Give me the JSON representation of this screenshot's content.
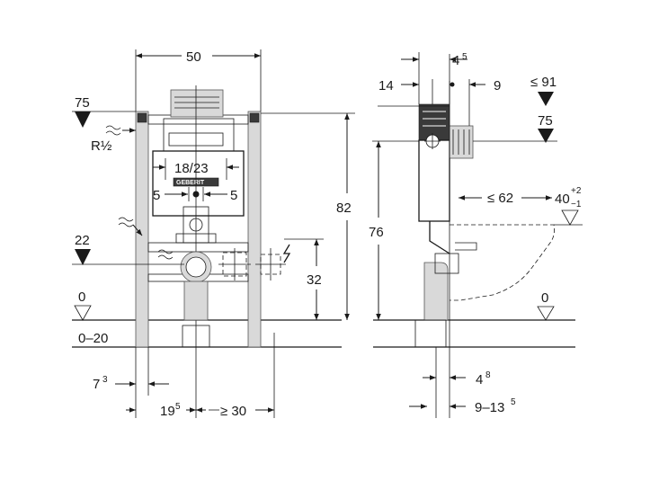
{
  "front_view": {
    "width_dim": "50",
    "height_dim": "82",
    "level_top": "75",
    "connection": "R½",
    "center_spacing": "18/23",
    "offset_left": "5",
    "offset_right": "5",
    "level_mid": "22",
    "outlet_height": "32",
    "floor_level": "0",
    "floor_range": "0–20",
    "foot_offset_base": "7",
    "foot_offset_sup": "3",
    "center_offset_base": "19",
    "center_offset_sup": "5",
    "min_spacing": "≥ 30",
    "brand": "GEBERIT"
  },
  "side_view": {
    "depth_a": "14",
    "depth_b_base": "4",
    "depth_b_sup": "5",
    "depth_c": "9",
    "max_top": "≤ 91",
    "level_top": "75",
    "height_dim": "76",
    "projection": "≤ 62",
    "bowl_height_base": "40",
    "bowl_tol_plus": "+2",
    "bowl_tol_minus": "−1",
    "floor_level": "0",
    "pipe_offset_base": "4",
    "pipe_offset_sup": "8",
    "wall_range_base": "9–13",
    "wall_range_sup": "5"
  }
}
